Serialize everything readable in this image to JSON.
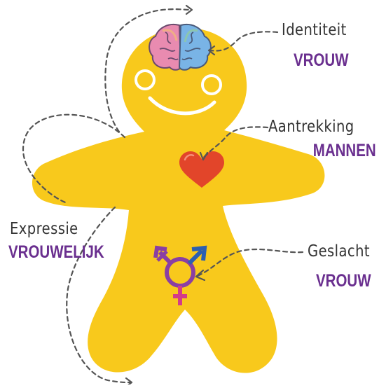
{
  "colors": {
    "body": "#f8c91c",
    "heart": "#e2452a",
    "accent": "#6a2f8f",
    "arrow": "#555555",
    "symbol_blue": "#2c5fb0",
    "symbol_purple": "#8a3fa3",
    "symbol_pink": "#d23c8a"
  },
  "icons": {
    "brain": "brain-icon",
    "heart": "heart-icon",
    "gender": "transgender-symbol-icon"
  },
  "labels": {
    "identiteit": {
      "title": "Identiteit",
      "value": "VROUW"
    },
    "aantrekking": {
      "title": "Aantrekking",
      "value": "MANNEN"
    },
    "expressie": {
      "title": "Expressie",
      "value": "VROUWELIJK"
    },
    "geslacht": {
      "title": "Geslacht",
      "value": "VROUW"
    }
  }
}
